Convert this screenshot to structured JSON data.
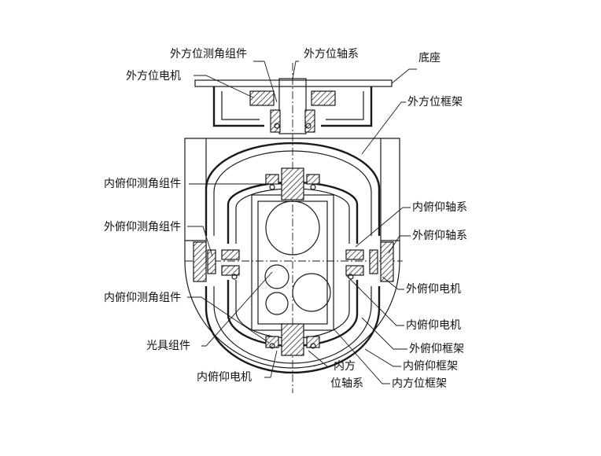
{
  "labels": {
    "outer_angle_sensor": "外方位测角组件",
    "outer_shaft": "外方位轴系",
    "base": "底座",
    "outer_motor": "外方位电机",
    "outer_frame": "外方位框架",
    "inner_pitch_angle_sensor_top": "内俯仰测角组件",
    "inner_pitch_shaft": "内俯仰轴系",
    "outer_pitch_angle_sensor": "外俯仰测角组件",
    "outer_pitch_shaft": "外俯仰轴系",
    "inner_pitch_angle_sensor_bottom": "内俯仰测角组件",
    "outer_pitch_motor": "外俯仰电机",
    "inner_pitch_motor_right": "内俯仰电机",
    "optics": "光具组件",
    "outer_pitch_frame": "外俯仰框架",
    "inner_pitch_frame": "内俯仰框架",
    "inner_azimuth_1": "内方",
    "inner_azimuth_2": "位轴系",
    "inner_motor_bottom": "内俯仰电机",
    "inner_azimuth_frame": "内方位框架"
  }
}
